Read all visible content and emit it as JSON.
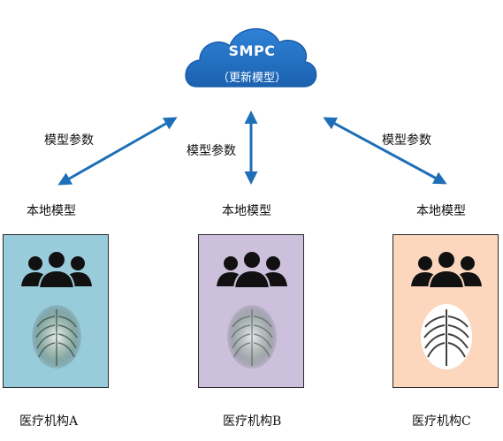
{
  "server": {
    "name": "SMPC",
    "subtitle": "（更新模型）",
    "cloud_color": "#2270c3"
  },
  "links": {
    "left_label": "模型参数",
    "center_label": "模型参数",
    "right_label": "模型参数",
    "arrow_color": "#1f6fb8"
  },
  "institutions": [
    {
      "model_label": "本地模型",
      "name": "医疗机构A",
      "card_color": "#99ccdb"
    },
    {
      "model_label": "本地模型",
      "name": "医疗机构B",
      "card_color": "#ccc0dc"
    },
    {
      "model_label": "本地模型",
      "name": "医疗机构C",
      "card_color": "#fcd6bd"
    }
  ]
}
